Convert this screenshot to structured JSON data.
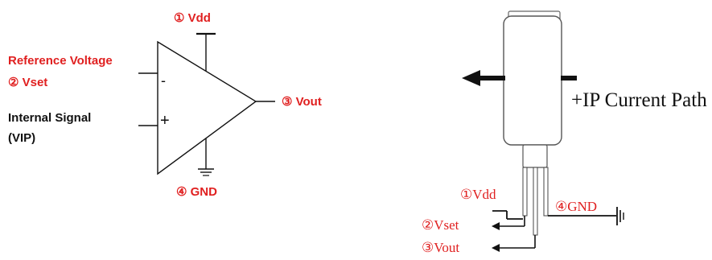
{
  "colors": {
    "label_red": "#e02020",
    "line": "#111111",
    "sensor_body_stroke": "#555555"
  },
  "left_diagram": {
    "vdd": "① Vdd",
    "reference_voltage": "Reference Voltage",
    "vset": "② Vset",
    "internal_signal_line1": "Internal Signal",
    "internal_signal_line2": "(VIP)",
    "vout": "③ Vout",
    "gnd": "④ GND",
    "minus_sign": "-",
    "plus_sign": "+"
  },
  "right_diagram": {
    "current_path": "+IP Current Path",
    "vdd": "①Vdd",
    "gnd": "④GND",
    "vset": "②Vset",
    "vout": "③Vout"
  }
}
